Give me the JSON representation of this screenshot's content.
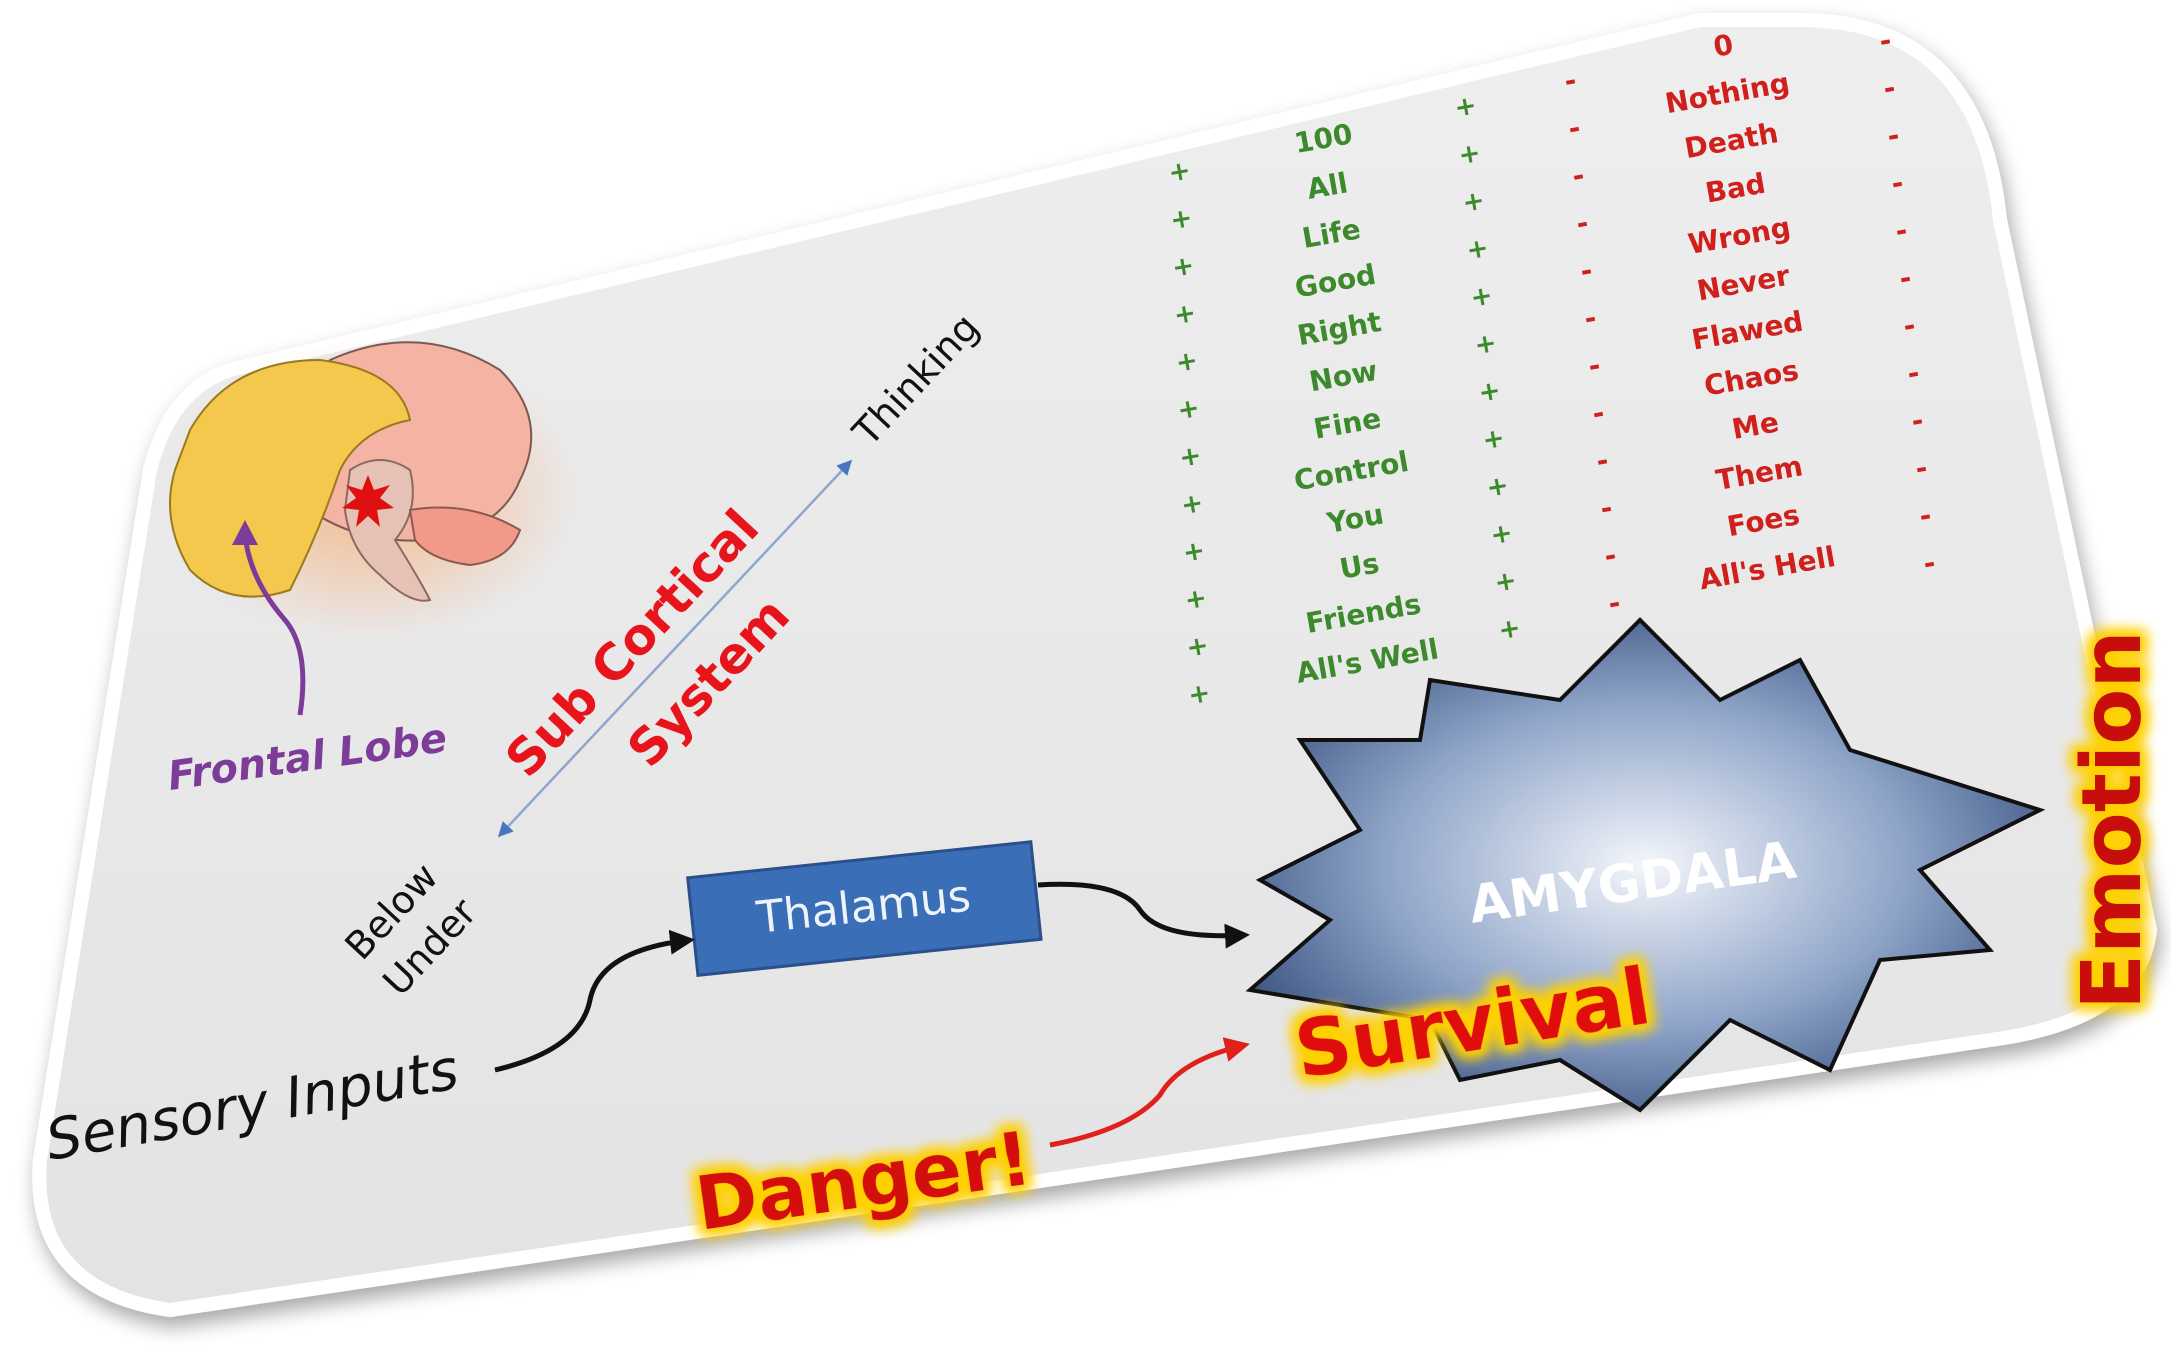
{
  "diagram": {
    "frontal_lobe_label": "Frontal Lobe",
    "sub_cortical_line1": "Sub Cortical",
    "sub_cortical_line2": "System",
    "thinking_label": "Thinking",
    "below_label": "Below",
    "under_label": "Under",
    "thalamus_label": "Thalamus",
    "amygdala_label": "AMYGDALA",
    "sensory_inputs_label": "Sensory Inputs",
    "survival_label": "Survival",
    "danger_label": "Danger!",
    "emotion_label": "Emotion",
    "positive_words": [
      "100",
      "All",
      "Life",
      "Good",
      "Right",
      "Now",
      "Fine",
      "Control",
      "You",
      "Us",
      "Friends",
      "All's Well"
    ],
    "negative_words": [
      "0",
      "Nothing",
      "Death",
      "Bad",
      "Wrong",
      "Never",
      "Flawed",
      "Chaos",
      "Me",
      "Them",
      "Foes",
      "All's Hell"
    ],
    "plus_sign": "+",
    "minus_sign": "-",
    "colors": {
      "positive": "#3d8a2c",
      "negative": "#d0201b",
      "frontal_lobe": "#7d3c98",
      "sub_cortical": "#e8141b",
      "thalamus_box": "#3a6fb8",
      "amygdala_fill": "#3f5a8a",
      "glow": "#ffd200",
      "card": "#e8e8e9"
    }
  }
}
